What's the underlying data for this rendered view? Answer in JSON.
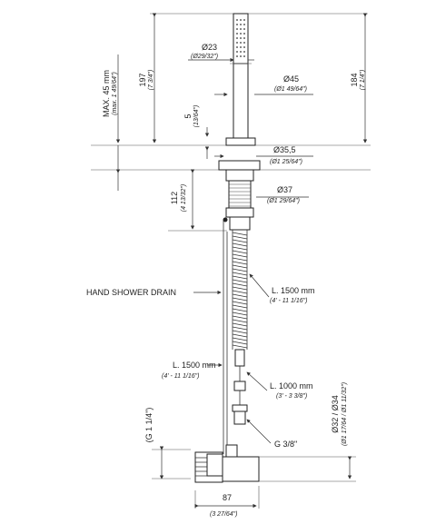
{
  "dimensions": {
    "shower_head_diameter": {
      "main": "Ø23",
      "sub": "(Ø29/32\")"
    },
    "holder_diameter": {
      "main": "Ø45",
      "sub": "(Ø1 49/64\")"
    },
    "base_flange_diameter": {
      "main": "Ø35,5",
      "sub": "(Ø1 25/64\")"
    },
    "nut_diameter": {
      "main": "Ø37",
      "sub": "(Ø1 29/64\")"
    },
    "height_197": {
      "main": "197",
      "sub": "(7 3/4\")"
    },
    "height_184": {
      "main": "184",
      "sub": "(7 1/4\")"
    },
    "max_thickness": {
      "main": "MAX. 45 mm",
      "sub": "(max. 1 49/64\")"
    },
    "gap_5": {
      "main": "5",
      "sub": "(13/64\")"
    },
    "depth_112": {
      "main": "112",
      "sub": "(4 13/32\")"
    },
    "hose_length_top": {
      "main": "L. 1500 mm",
      "sub": "(4' - 11 1/16\")"
    },
    "hose_length_left": {
      "main": "L. 1500 mm",
      "sub": "(4' - 11 1/16\")"
    },
    "hose_length_bottom": {
      "main": "L. 1000 mm",
      "sub": "(3' - 3 3/8\")"
    },
    "valve_diameter": {
      "main": "Ø32 / Ø34",
      "sub": "(Ø1 17/64 / Ø1 11/32\")"
    },
    "inlet_thread": {
      "main": "(G 1 1/4\")"
    },
    "connection_thread": {
      "main": "G 3/8\""
    },
    "width_87": {
      "main": "87",
      "sub": "(3 27/64\")"
    }
  },
  "labels": {
    "hand_shower_drain": "HAND SHOWER DRAIN"
  }
}
